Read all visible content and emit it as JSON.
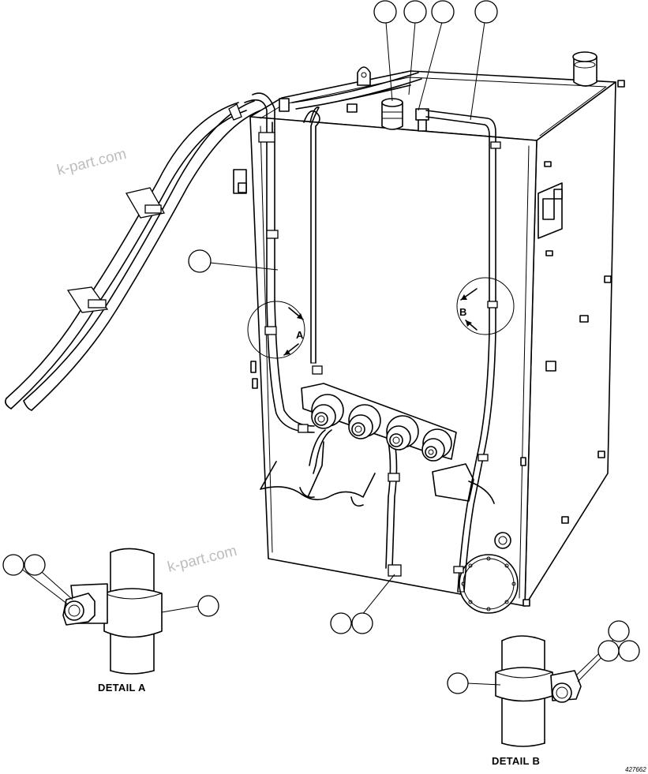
{
  "details": {
    "a_title": "DETAIL A",
    "b_title": "DETAIL B"
  },
  "view_markers": {
    "a": "A",
    "b": "B"
  },
  "watermark": "k-part.com",
  "drawing_number": "427662"
}
